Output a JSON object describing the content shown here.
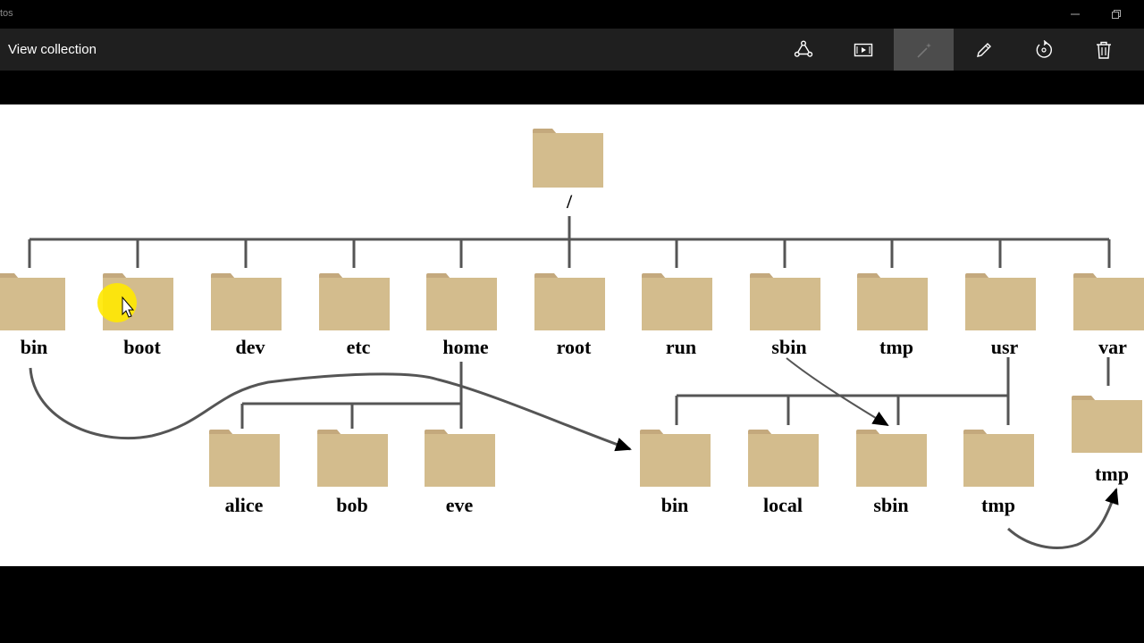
{
  "window": {
    "title": "tos"
  },
  "toolbar": {
    "title": "View collection",
    "buttons": [
      {
        "name": "share-button",
        "icon": "share-icon"
      },
      {
        "name": "slideshow-button",
        "icon": "slideshow-icon"
      },
      {
        "name": "enhance-button",
        "icon": "magic-wand-icon",
        "active": true
      },
      {
        "name": "edit-button",
        "icon": "pencil-icon"
      },
      {
        "name": "rotate-button",
        "icon": "rotate-icon"
      },
      {
        "name": "delete-button",
        "icon": "trash-icon"
      }
    ]
  },
  "diagram": {
    "root": "/",
    "top_level": [
      "bin",
      "boot",
      "dev",
      "etc",
      "home",
      "root",
      "run",
      "sbin",
      "tmp",
      "usr",
      "var"
    ],
    "home_children": [
      "alice",
      "bob",
      "eve"
    ],
    "usr_children": [
      "bin",
      "local",
      "sbin",
      "tmp"
    ],
    "var_children": [
      "tmp"
    ],
    "colors": {
      "folder": "#d3bc8d",
      "folder_tab": "#c4a97d",
      "line": "#555555",
      "highlight": "#ffe800"
    }
  }
}
